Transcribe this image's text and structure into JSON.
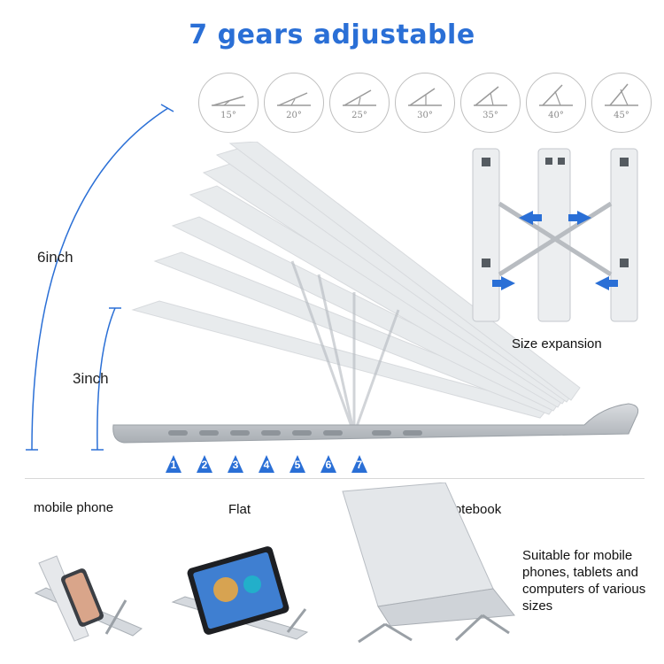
{
  "title": "7 gears adjustable",
  "angles": [
    "15°",
    "20°",
    "25°",
    "30°",
    "35°",
    "40°",
    "45°"
  ],
  "heights": {
    "tall": "6inch",
    "short": "3inch"
  },
  "steps": [
    "1",
    "2",
    "3",
    "4",
    "5",
    "6",
    "7"
  ],
  "expansion_label": "Size expansion",
  "uses": {
    "phone": "mobile phone",
    "flat": "Flat",
    "notebook": "Notebook"
  },
  "note": "Suitable for mobile phones, tablets and computers of various sizes",
  "colors": {
    "accent": "#2a6fd6",
    "aluminum": "#c9cdd2"
  }
}
